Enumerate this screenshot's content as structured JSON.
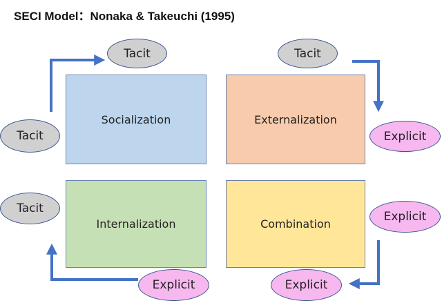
{
  "title": "SECI Model：Nonaka & Takeuchi (1995)",
  "colors": {
    "socialization_fill": "#bdd6ee",
    "externalization_fill": "#f8cbad",
    "internalization_fill": "#c5e0b4",
    "combination_fill": "#ffe699",
    "tacit_fill": "#d0d0d0",
    "explicit_fill": "#f7b8ef",
    "arrow": "#4472c4"
  },
  "quadrants": {
    "socialization": "Socialization",
    "externalization": "Externalization",
    "internalization": "Internalization",
    "combination": "Combination"
  },
  "labels": {
    "socialization_in": "Tacit",
    "socialization_out": "Tacit",
    "externalization_in": "Tacit",
    "externalization_out": "Explicit",
    "combination_in": "Explicit",
    "combination_out": "Explicit",
    "internalization_in": "Explicit",
    "internalization_out": "Tacit"
  }
}
